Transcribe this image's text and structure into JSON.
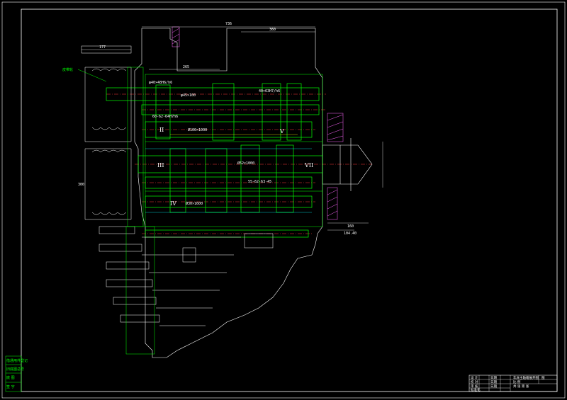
{
  "drawing": {
    "dimensions": {
      "top_total": "736",
      "top_right": "360",
      "left_177": "177",
      "mid_265": "265",
      "right_104": "104.40",
      "right_160": "160",
      "left_300": "300"
    },
    "roman_numerals": [
      "II",
      "III",
      "IV",
      "V",
      "VII"
    ],
    "shaft_labels": {
      "s1": "φ40×48H6/h6",
      "s2": "40×63H7/h6",
      "s3": "φ45×100",
      "s4": "60-62-64H7h6",
      "s5": "Ø100×1000",
      "s6": "Ø30×1600",
      "s7": "Ø52×1000",
      "s8": "55-62-63-45"
    },
    "callout_label": "皮带轮",
    "side_notes": [
      "借通用件登记",
      "旧底图总号",
      "底 图",
      "签 字"
    ]
  },
  "title_block": {
    "title": "车床主轴箱展开图",
    "sheet": "图",
    "rows": [
      "设 计",
      "校 对",
      "审 核",
      "标准化"
    ],
    "dates": [
      "日期",
      "日期",
      "日期"
    ],
    "scale": "比 例",
    "material": "共 张 第 张"
  },
  "colors": {
    "background": "#000000",
    "outline": "#00ff00",
    "center_line": "#ff3b3b",
    "dimension": "#ffffff",
    "hatch": "#ff66ff",
    "cyan": "#00ffff",
    "yellow": "#ffff00"
  }
}
